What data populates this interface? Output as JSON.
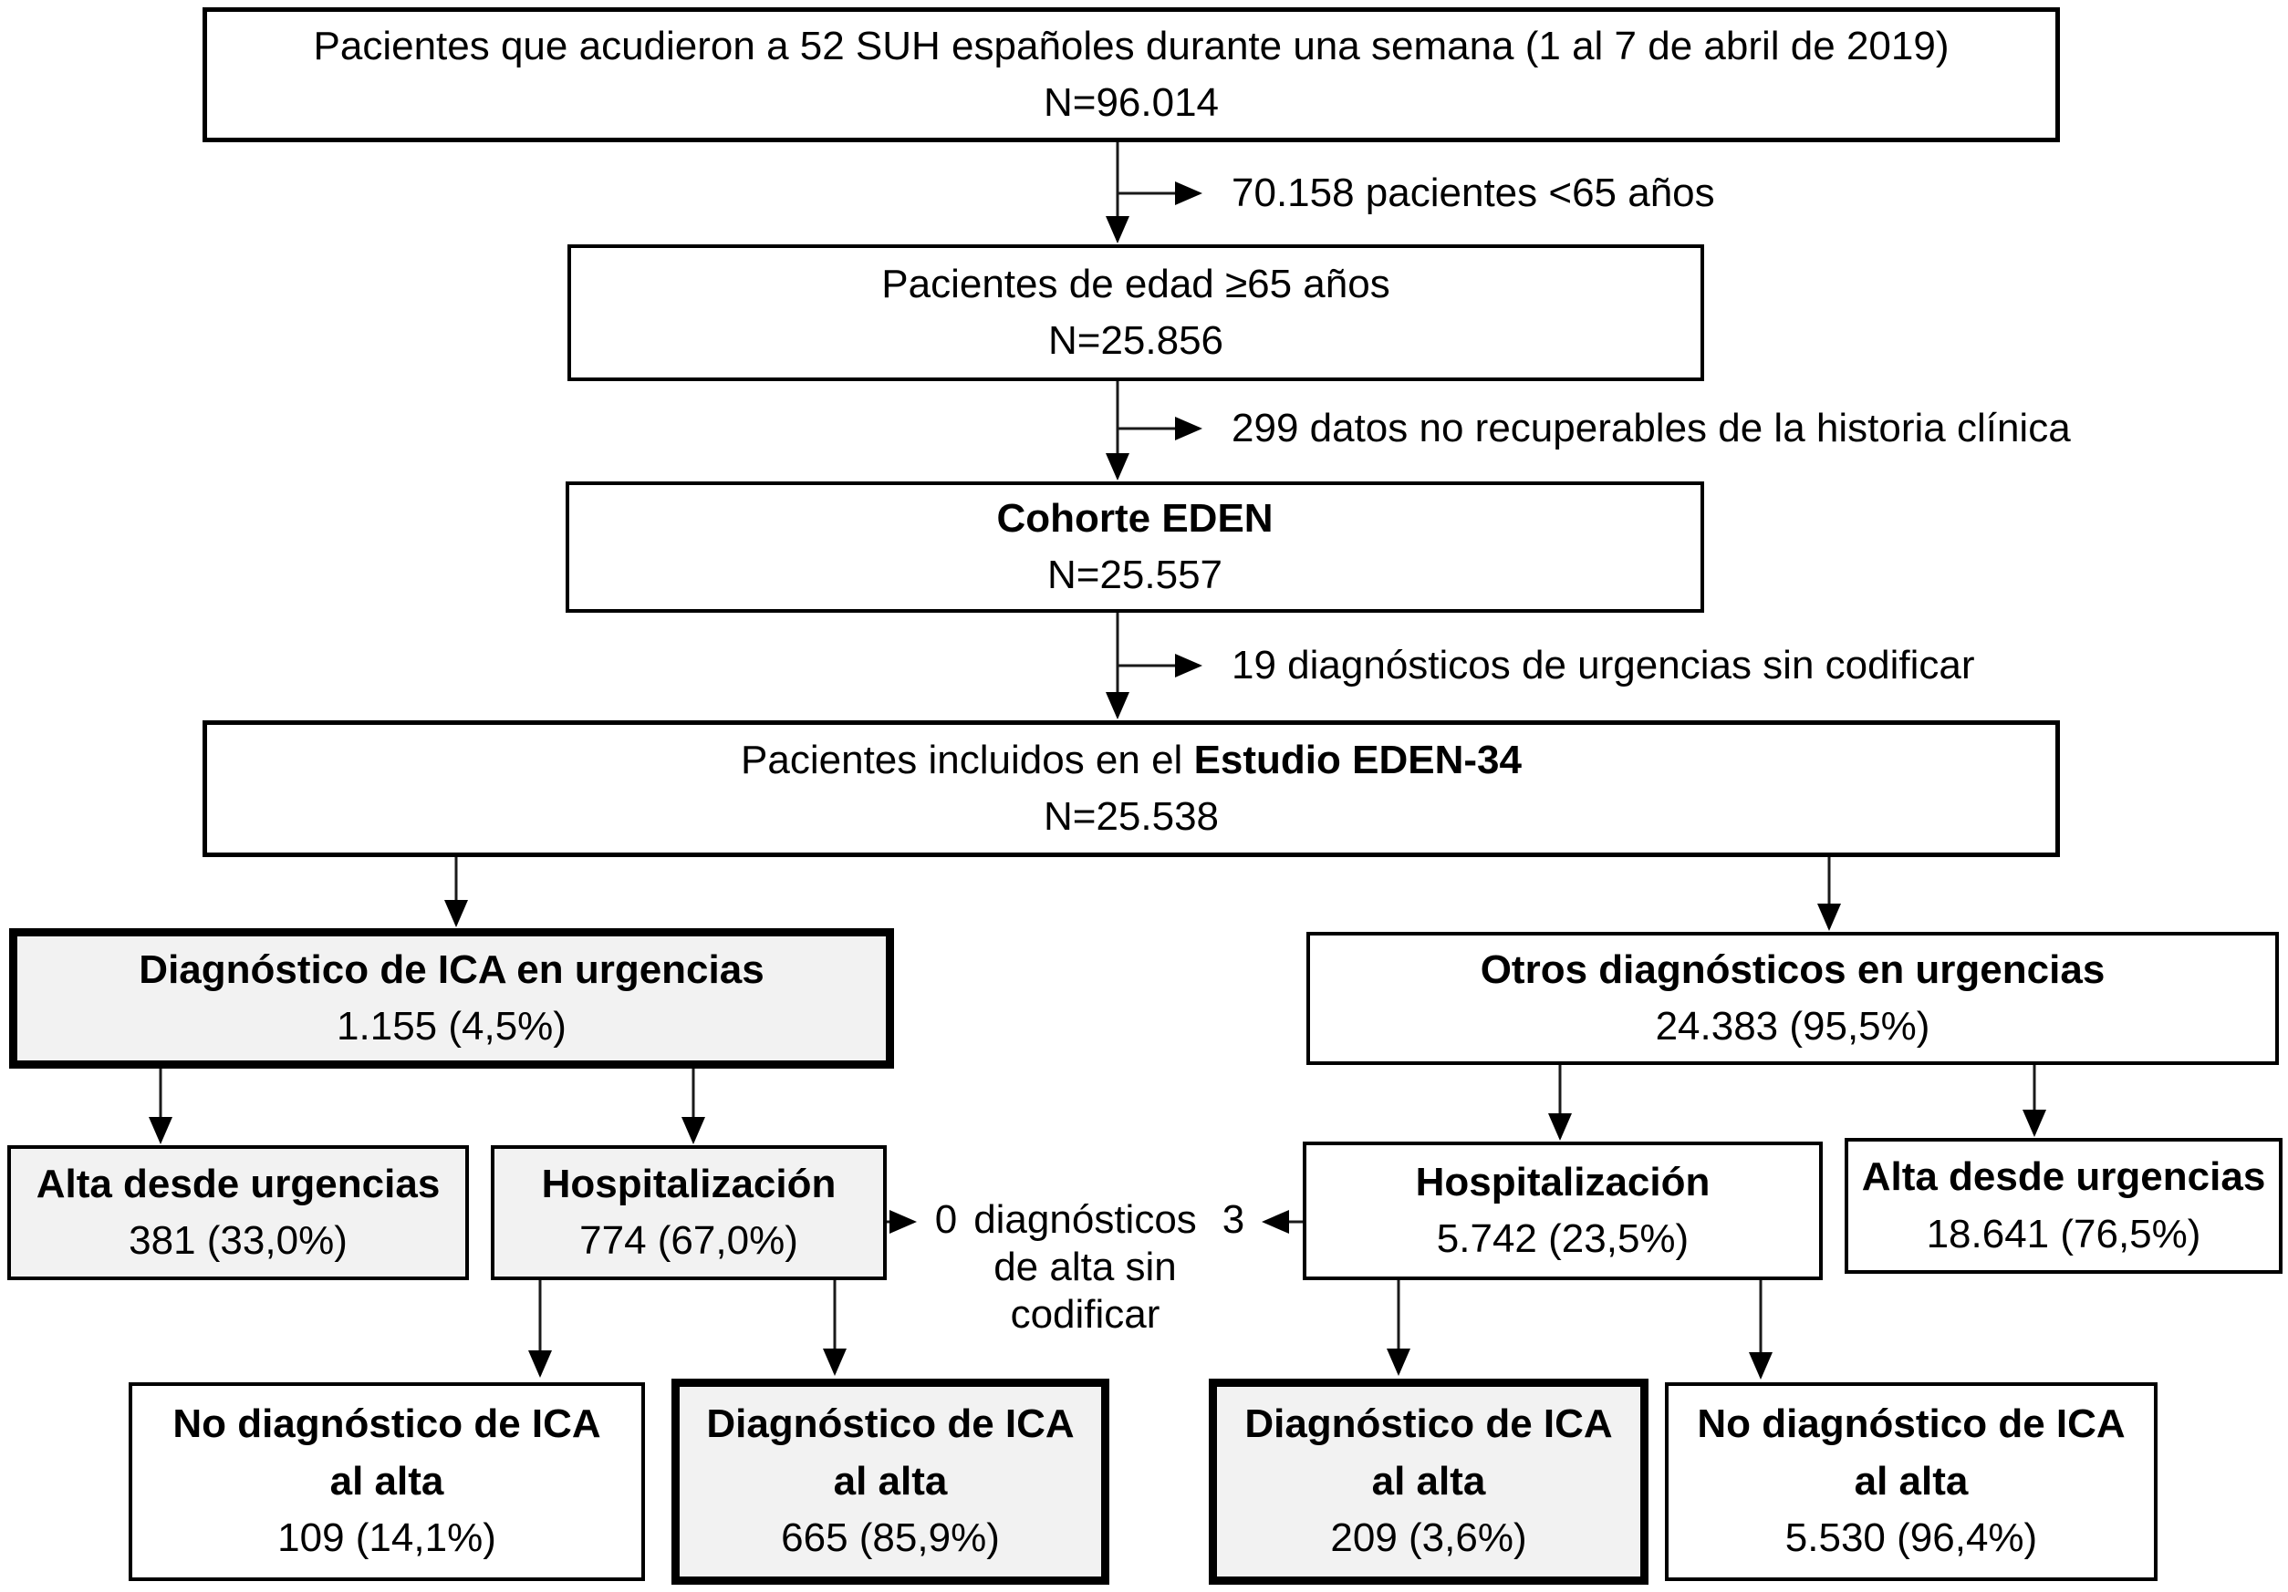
{
  "colors": {
    "border": "#000000",
    "gray_fill": "#f2f2f2",
    "white_fill": "#ffffff",
    "line": "#1a1a1a"
  },
  "flowchart": {
    "top": {
      "title": "Pacientes que acudieron a 52 SUH españoles durante una semana (1 al 7 de abril de 2019)",
      "n": "N=96.014"
    },
    "age65": {
      "title": "Pacientes de edad ≥65 años",
      "n": "N=25.856"
    },
    "eden": {
      "title": "Cohorte EDEN",
      "n": "N=25.557"
    },
    "eden34": {
      "title_prefix": "Pacientes incluidos en el ",
      "title_bold": "Estudio EDEN-34",
      "n": "N=25.538"
    },
    "exclusions": {
      "under65": "70.158 pacientes <65 años",
      "no_data": "299 datos no recuperables de la historia clínica",
      "uncoded_urgencias": "19 diagnósticos de urgencias sin codificar"
    },
    "ica_urgencias": {
      "title": "Diagnóstico de ICA en urgencias",
      "value": "1.155 (4,5%)"
    },
    "otros_urgencias": {
      "title": "Otros diagnósticos en urgencias",
      "value": "24.383 (95,5%)"
    },
    "alta_left": {
      "title": "Alta desde urgencias",
      "value": "381 (33,0%)"
    },
    "hosp_left": {
      "title": "Hospitalización",
      "value": "774 (67,0%)"
    },
    "hosp_right": {
      "title": "Hospitalización",
      "value": "5.742 (23,5%)"
    },
    "alta_right": {
      "title": "Alta desde urgencias",
      "value": "18.641 (76,5%)"
    },
    "uncoded_alta": {
      "left_count": "0",
      "line1": "diagnósticos",
      "line2": "de alta sin",
      "line3": "codificar",
      "right_count": "3"
    },
    "no_ica_left": {
      "line1": "No diagnóstico de ICA",
      "line2": "al alta",
      "value": "109 (14,1%)"
    },
    "ica_left": {
      "line1": "Diagnóstico de ICA",
      "line2": "al alta",
      "value": "665 (85,9%)"
    },
    "ica_right": {
      "line1": "Diagnóstico de ICA",
      "line2": "al alta",
      "value": "209 (3,6%)"
    },
    "no_ica_right": {
      "line1": "No diagnóstico de ICA",
      "line2": "al alta",
      "value": "5.530 (96,4%)"
    }
  }
}
